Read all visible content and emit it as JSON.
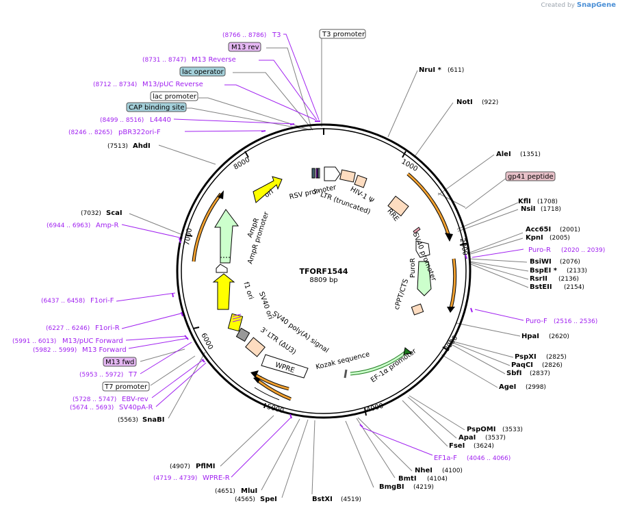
{
  "credit": {
    "prefix": "Created by",
    "brand": "SnapGene"
  },
  "plasmid": {
    "name": "TFORF1544",
    "size_label": "8809 bp",
    "length": 8809
  },
  "ticks": [
    "1000",
    "2000",
    "3000",
    "4000",
    "5000",
    "6000",
    "7000",
    "8000"
  ],
  "enzymes": [
    {
      "name": "NruI *",
      "pos": "(611)"
    },
    {
      "name": "NotI",
      "pos": "(922)"
    },
    {
      "name": "AleI",
      "pos": "(1351)"
    },
    {
      "name": "KflI",
      "pos": "(1708)"
    },
    {
      "name": "NsiI",
      "pos": "(1718)"
    },
    {
      "name": "Acc65I",
      "pos": "(2001)"
    },
    {
      "name": "KpnI",
      "pos": "(2005)"
    },
    {
      "name": "BsiWI",
      "pos": "(2076)"
    },
    {
      "name": "BspEI *",
      "pos": "(2133)"
    },
    {
      "name": "RsrII",
      "pos": "(2136)"
    },
    {
      "name": "BstEII",
      "pos": "(2154)"
    },
    {
      "name": "HpaI",
      "pos": "(2620)"
    },
    {
      "name": "PspXI",
      "pos": "(2825)"
    },
    {
      "name": "PaqCI",
      "pos": "(2826)"
    },
    {
      "name": "SbfI",
      "pos": "(2837)"
    },
    {
      "name": "AgeI",
      "pos": "(2998)"
    },
    {
      "name": "PspOMI",
      "pos": "(3533)"
    },
    {
      "name": "ApaI",
      "pos": "(3537)"
    },
    {
      "name": "FseI",
      "pos": "(3624)"
    },
    {
      "name": "NheI",
      "pos": "(4100)"
    },
    {
      "name": "BmtI",
      "pos": "(4104)"
    },
    {
      "name": "BmgBI",
      "pos": "(4219)"
    },
    {
      "name": "BstXI",
      "pos": "(4519)"
    },
    {
      "name": "SpeI",
      "pos": "(4565)"
    },
    {
      "name": "MluI",
      "pos": "(4651)"
    },
    {
      "name": "PflMI",
      "pos": "(4907)"
    },
    {
      "name": "SnaBI",
      "pos": "(5563)"
    },
    {
      "name": "ScaI",
      "pos": "(7032)"
    },
    {
      "name": "AhdI",
      "pos": "(7513)"
    }
  ],
  "primers": [
    {
      "name": "T3",
      "pos": "(8766 .. 8786)"
    },
    {
      "name": "M13 Reverse",
      "pos": "(8731 .. 8747)"
    },
    {
      "name": "M13/pUC Reverse",
      "pos": "(8712 .. 8734)"
    },
    {
      "name": "L4440",
      "pos": "(8499 .. 8516)"
    },
    {
      "name": "pBR322ori-F",
      "pos": "(8246 .. 8265)"
    },
    {
      "name": "Amp-R",
      "pos": "(6944 .. 6963)"
    },
    {
      "name": "F1ori-F",
      "pos": "(6437 .. 6458)"
    },
    {
      "name": "F1ori-R",
      "pos": "(6227 .. 6246)"
    },
    {
      "name": "M13/pUC Forward",
      "pos": "(5991 .. 6013)"
    },
    {
      "name": "M13 Forward",
      "pos": "(5982 .. 5999)"
    },
    {
      "name": "T7",
      "pos": "(5953 .. 5972)"
    },
    {
      "name": "EBV-rev",
      "pos": "(5728 .. 5747)"
    },
    {
      "name": "SV40pA-R",
      "pos": "(5674 .. 5693)"
    },
    {
      "name": "WPRE-R",
      "pos": "(4719 .. 4739)"
    },
    {
      "name": "Puro-R",
      "pos": "(2020 .. 2039)"
    },
    {
      "name": "Puro-F",
      "pos": "(2516 .. 2536)"
    },
    {
      "name": "EF1a-F",
      "pos": "(4046 .. 4066)"
    }
  ],
  "feature_labels": {
    "t3_promoter": "T3 promoter",
    "m13_rev": "M13 rev",
    "lac_operator": "lac operator",
    "lac_promoter": "lac promoter",
    "cap_site": "CAP binding site",
    "gp41": "gp41 peptide",
    "m13_fwd": "M13 fwd",
    "t7_promoter": "T7 promoter"
  },
  "inner_labels": {
    "rsv": "RSV promoter",
    "ltr5": "5' LTR (truncated)",
    "hiv": "HIV-1 Ψ",
    "rre": "RRE",
    "sv40_promoter": "SV40 promoter",
    "puror": "PuroR",
    "cppt": "cPPT/CTS",
    "ef1a": "EF-1α promoter",
    "kozak": "Kozak sequence",
    "wpre": "WPRE",
    "ltr3": "3' LTR (ΔU3)",
    "sv40pa": "SV40 poly(A) signal",
    "sv40ori": "SV40 ori",
    "f1ori": "f1 ori",
    "ampr_promoter": "AmpR promoter",
    "ampr": "AmpR",
    "ori": "ori"
  },
  "colors": {
    "enzyme": "#000000",
    "primer": "#a020f0",
    "orf_arc": "#f0a030",
    "ori_fill": "#ffff00",
    "resistance_fill": "#ccffcc",
    "promoter_fill": "#ffffff",
    "misc_fill": "#fddcc0",
    "tag_fill": "#a3cfd9",
    "primer_box_fill": "#e5b8f3"
  }
}
